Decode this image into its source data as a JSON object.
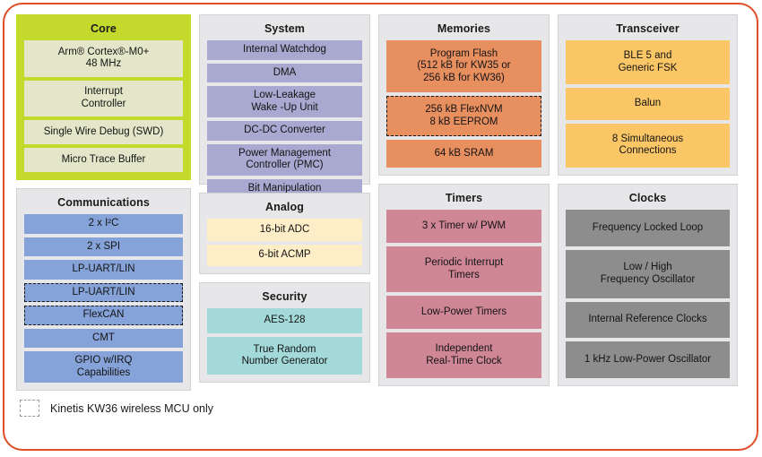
{
  "frame": {
    "border_color": "#e04e28"
  },
  "legend": {
    "text": "Kinetis KW36 wireless MCU only",
    "swatch_name": "dashed-outline-swatch"
  },
  "groups": {
    "core": {
      "title": "Core",
      "header_color": "#c3d92c",
      "item_color": "#e3e6c8",
      "items": [
        {
          "label": "Arm® Cortex®-M0+\n48 MHz",
          "dashed": false
        },
        {
          "label": "Interrupt\nController",
          "dashed": false
        },
        {
          "label": "Single Wire Debug (SWD)",
          "dashed": false
        },
        {
          "label": "Micro Trace Buffer",
          "dashed": false
        }
      ]
    },
    "communications": {
      "title": "Communications",
      "item_color": "#85a3d8",
      "items": [
        {
          "label": "2 x  I²C",
          "dashed": false
        },
        {
          "label": "2 x  SPI",
          "dashed": false
        },
        {
          "label": "LP-UART/LIN",
          "dashed": false
        },
        {
          "label": "LP-UART/LIN",
          "dashed": true
        },
        {
          "label": "FlexCAN",
          "dashed": true
        },
        {
          "label": "CMT",
          "dashed": false
        },
        {
          "label": "GPIO w/IRQ\nCapabilities",
          "dashed": false
        }
      ]
    },
    "system": {
      "title": "System",
      "item_color": "#a8a8d0",
      "items": [
        {
          "label": "Internal Watchdog",
          "dashed": false
        },
        {
          "label": "DMA",
          "dashed": false
        },
        {
          "label": "Low-Leakage\nWake -Up Unit",
          "dashed": false
        },
        {
          "label": "DC-DC Converter",
          "dashed": false
        },
        {
          "label": "Power Management\nController (PMC)",
          "dashed": false
        },
        {
          "label": "Bit Manipulation\nEngine (BME)",
          "dashed": false
        }
      ]
    },
    "analog": {
      "title": "Analog",
      "item_color": "#fdeec8",
      "items": [
        {
          "label": "16-bit ADC",
          "dashed": false
        },
        {
          "label": "6-bit ACMP",
          "dashed": false
        }
      ]
    },
    "security": {
      "title": "Security",
      "item_color": "#a3d9d9",
      "items": [
        {
          "label": "AES-128",
          "dashed": false
        },
        {
          "label": "True Random\nNumber Generator",
          "dashed": false
        }
      ]
    },
    "memories": {
      "title": "Memories",
      "item_color": "#e88f60",
      "items": [
        {
          "label": "Program Flash\n(512 kB for KW35 or\n256 kB for KW36)",
          "dashed": false
        },
        {
          "label": "256 kB FlexNVM\n8 kB EEPROM",
          "dashed": true
        },
        {
          "label": "64 kB SRAM",
          "dashed": false
        }
      ]
    },
    "timers": {
      "title": "Timers",
      "item_color": "#cf8695",
      "items": [
        {
          "label": "3 x Timer w/ PWM",
          "dashed": false
        },
        {
          "label": "Periodic Interrupt\nTimers",
          "dashed": false
        },
        {
          "label": "Low-Power Timers",
          "dashed": false
        },
        {
          "label": "Independent\nReal-Time Clock",
          "dashed": false
        }
      ]
    },
    "transceiver": {
      "title": "Transceiver",
      "item_color": "#fbc665",
      "items": [
        {
          "label": "BLE 5 and\nGeneric FSK",
          "dashed": false
        },
        {
          "label": "Balun",
          "dashed": false
        },
        {
          "label": "8 Simultaneous\nConnections",
          "dashed": false
        }
      ]
    },
    "clocks": {
      "title": "Clocks",
      "item_color": "#8d8d8d",
      "items": [
        {
          "label": "Frequency Locked Loop",
          "dashed": false
        },
        {
          "label": "Low / High\nFrequency Oscillator",
          "dashed": false
        },
        {
          "label": "Internal Reference Clocks",
          "dashed": false
        },
        {
          "label": "1 kHz Low-Power Oscillator",
          "dashed": false
        }
      ]
    }
  }
}
